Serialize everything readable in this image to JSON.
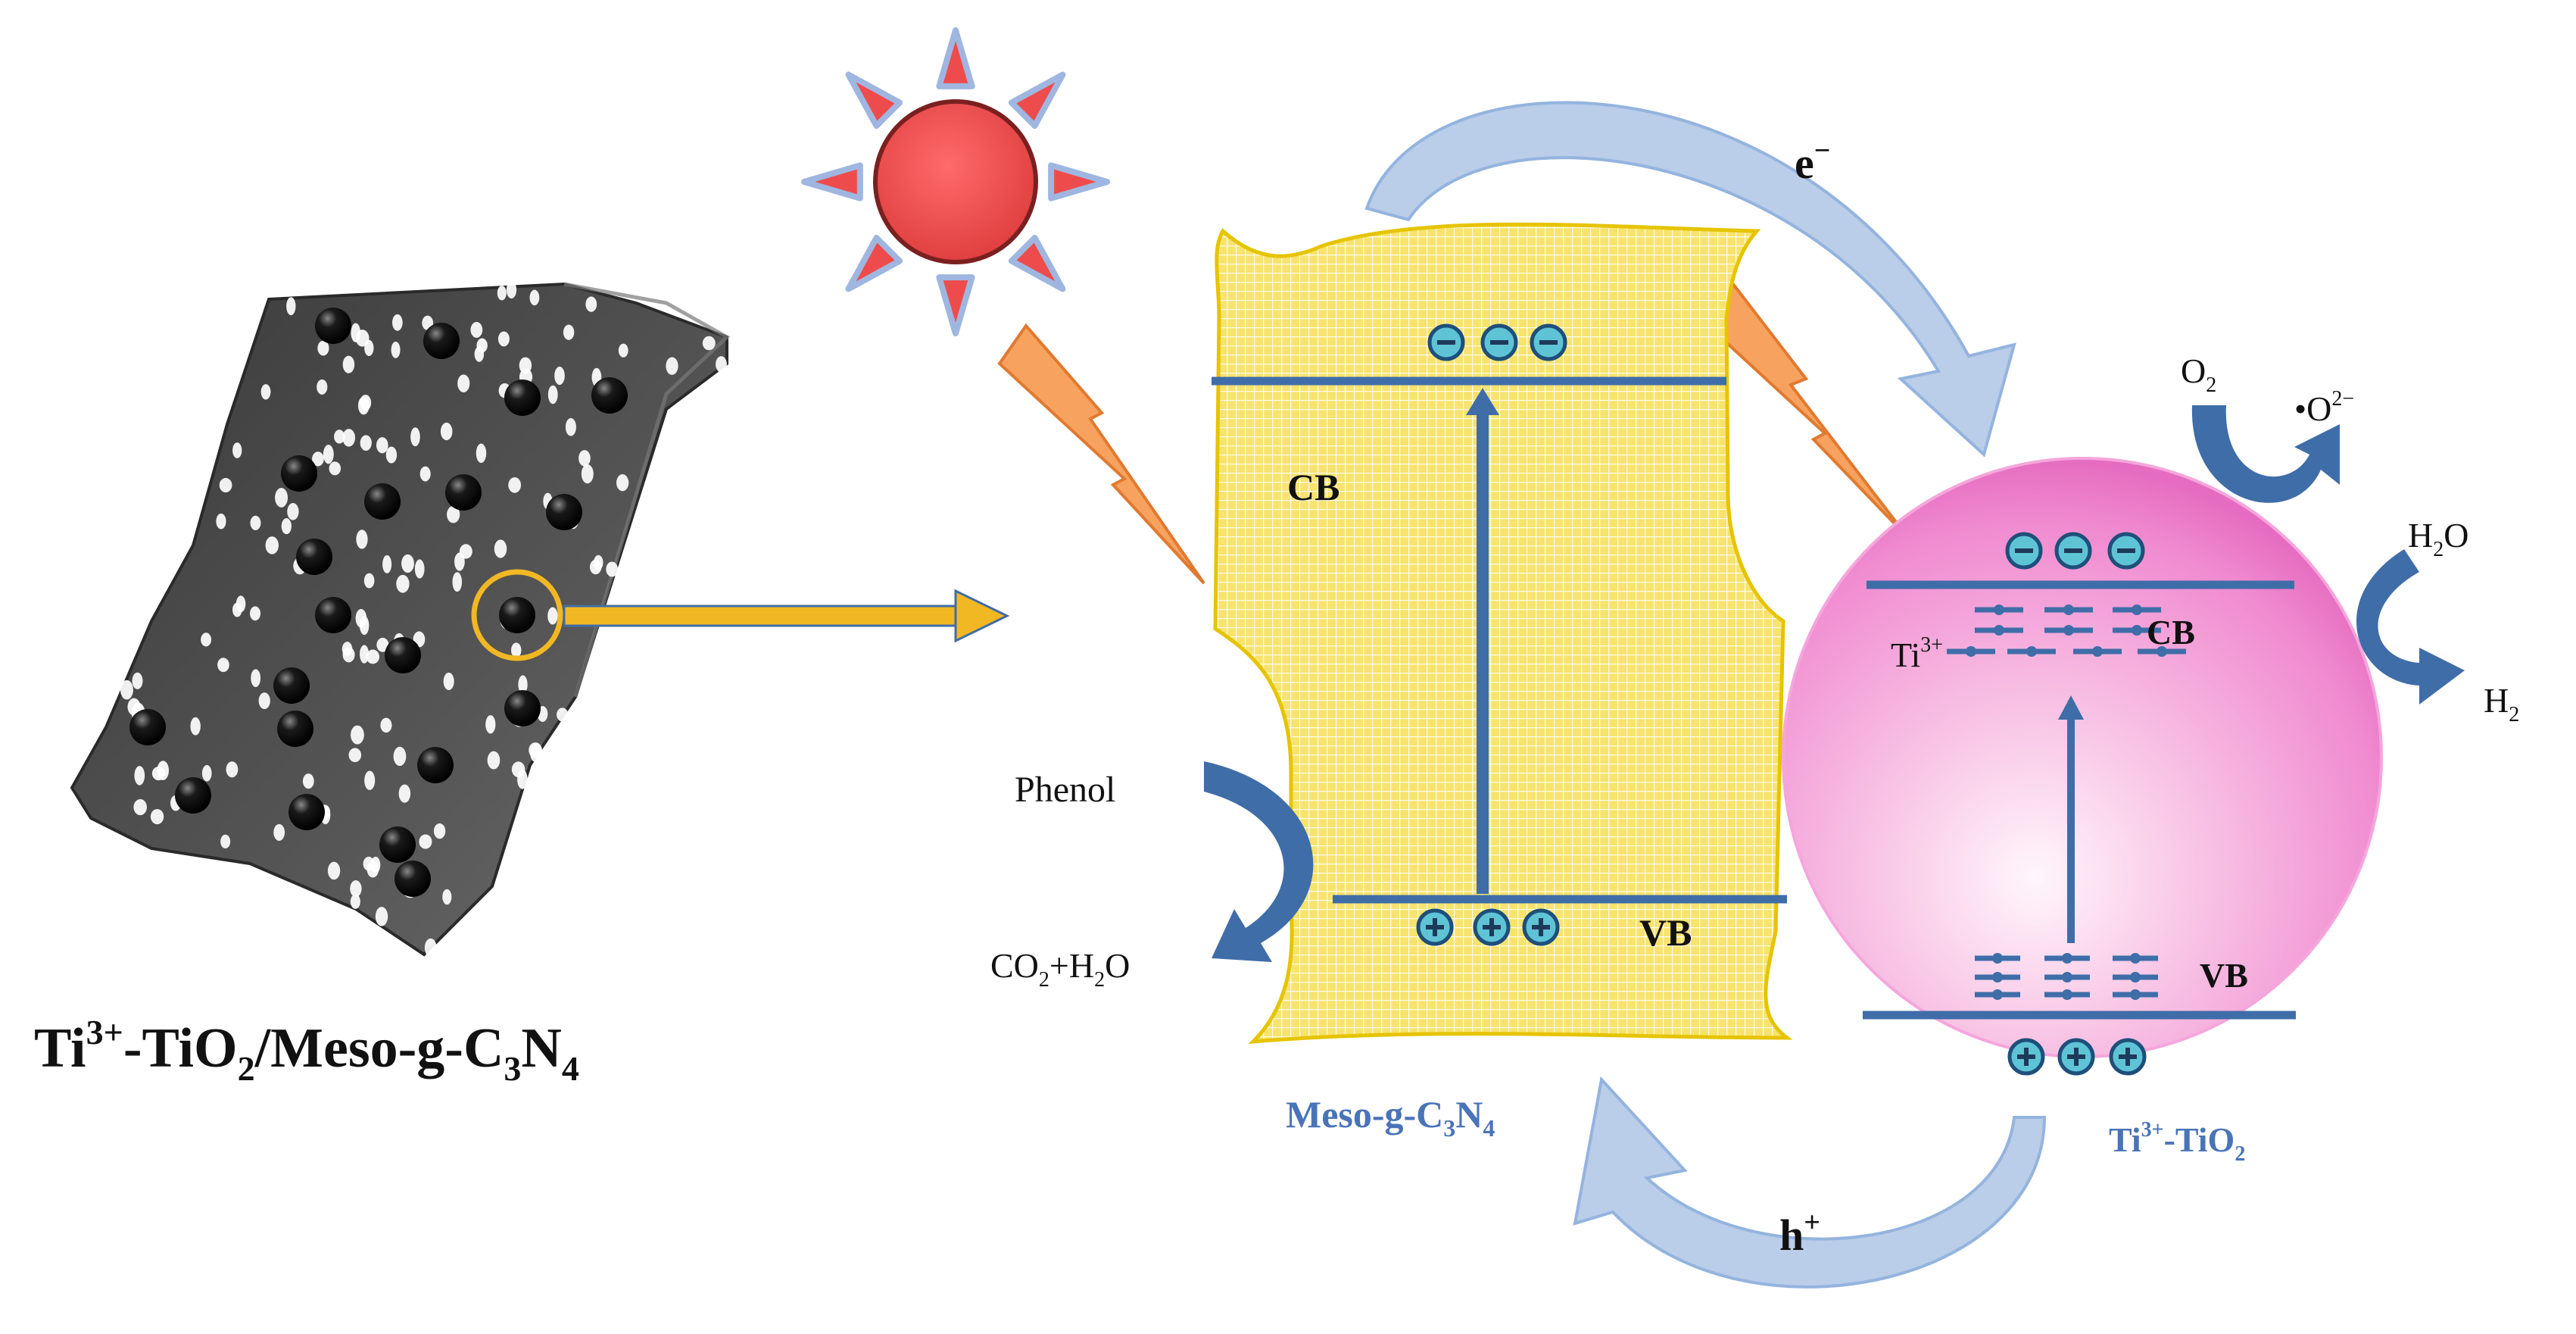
{
  "colors": {
    "band_line": "#3f6da8",
    "sheet_fill": "#f7e36e",
    "sheet_edge": "#e6c400",
    "sphere_pink": "#f08ad0",
    "charge_fill": "#5fc3d6",
    "big_arrow": "#b7cbe8",
    "bolt_fill": "#f7a25f",
    "sun_fill": "#ee4c4c",
    "highlight_arrow": "#f2b824",
    "material_sheet": "#4a4a4a"
  },
  "material": {
    "caption_base": "Ti",
    "caption_sup": "3+",
    "caption_mid": "-TiO",
    "caption_sub1": "2",
    "caption_mid2": "/Meso-g-C",
    "caption_sub2": "3",
    "caption_n": "N",
    "caption_sub3": "4"
  },
  "g_c3n4": {
    "cb_label": "CB",
    "vb_label": "VB",
    "name_base": "Meso-g-C",
    "name_sub1": "3",
    "name_n": "N",
    "name_sub2": "4"
  },
  "tio2": {
    "cb_label": "CB",
    "vb_label": "VB",
    "ti_label": "Ti",
    "ti_sup": "3+",
    "name_base": "Ti",
    "name_sup": "3+",
    "name_rest": "-TiO",
    "name_sub": "2"
  },
  "transfer": {
    "electron": "e",
    "electron_sup": "−",
    "hole": "h",
    "hole_sup": "+"
  },
  "reactions": {
    "phenol": "Phenol",
    "product_a": "CO",
    "product_a_sub": "2",
    "product_plus": "+H",
    "product_sub2": "2",
    "product_end": "O",
    "o2": "O",
    "o2_sub": "2",
    "superoxide_a": "•O",
    "superoxide_sup": "2−",
    "h2o": "H",
    "h2o_sub": "2",
    "h2o_end": "O",
    "h2": "H",
    "h2_sub": "2"
  },
  "charges": {
    "minus_symbol": "−",
    "plus_symbol": "+"
  }
}
